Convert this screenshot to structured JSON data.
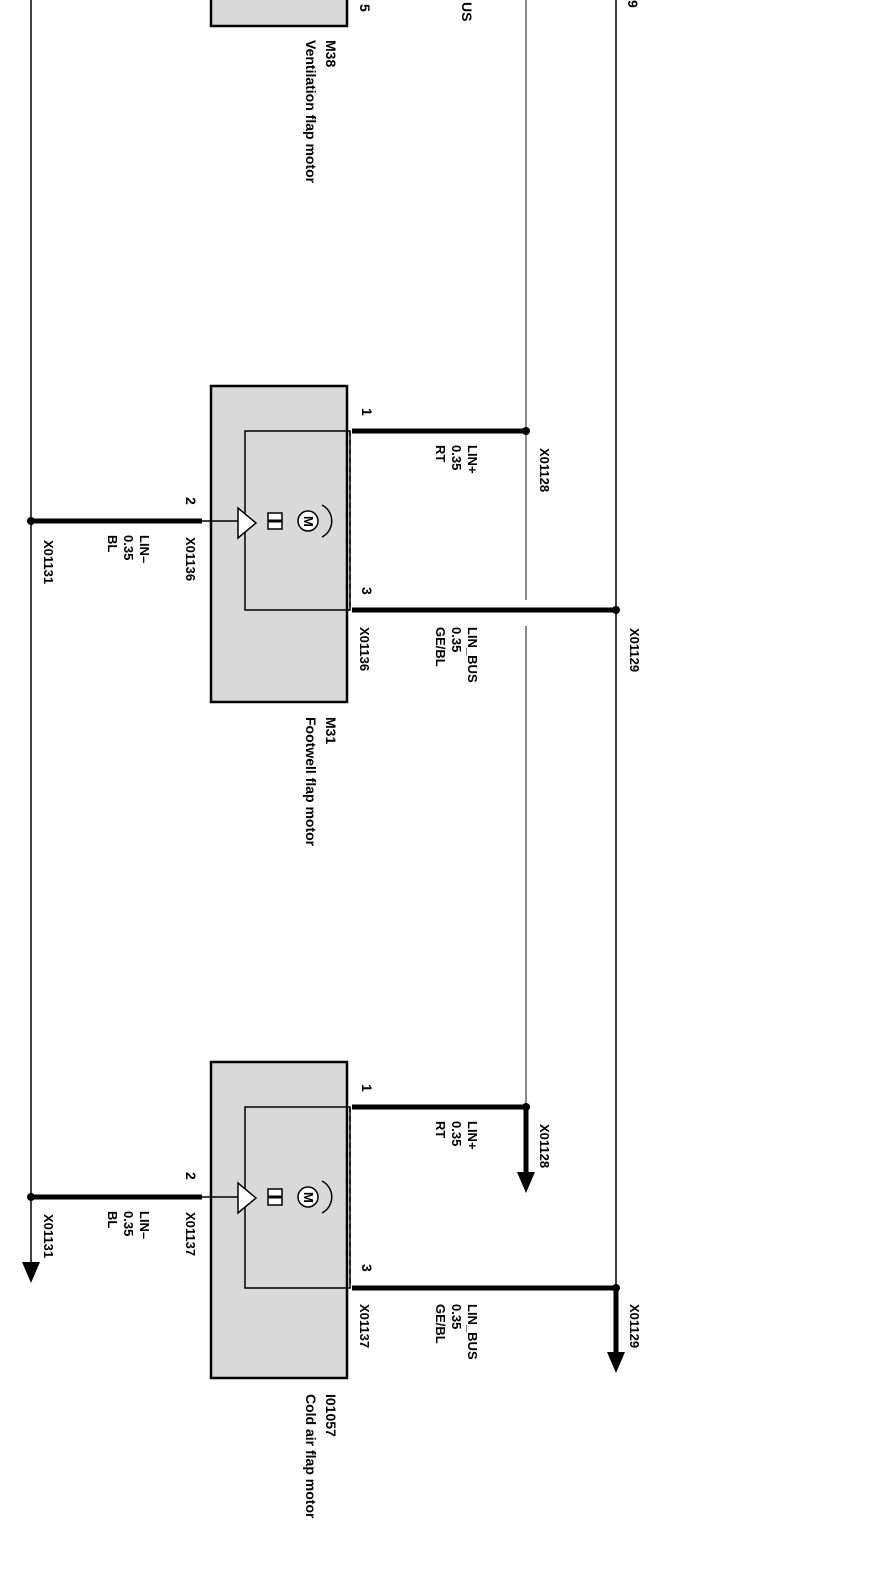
{
  "top_labels": {
    "pin_5": "5",
    "bus_fragment": "US",
    "pin_9": "9"
  },
  "components": [
    {
      "id": "M38",
      "name": "Ventilation flap motor"
    },
    {
      "id": "M31",
      "name": "Footwell flap motor"
    },
    {
      "id": "I01057",
      "name": "Cold air flap motor"
    }
  ],
  "m31": {
    "pin1": "1",
    "pin2": "2",
    "pin3": "3",
    "wire_lin_plus": {
      "signal": "LIN+",
      "size": "0.35",
      "color": "RT"
    },
    "wire_lin_minus": {
      "signal": "LIN–",
      "size": "0.35",
      "color": "BL"
    },
    "wire_lin_bus": {
      "signal": "LIN_BUS",
      "size": "0.35",
      "color": "GE/BL"
    },
    "conn_pin2": "X01136",
    "conn_pin3": "X01136",
    "splice_top": "X01128",
    "splice_left": "X01131",
    "splice_right": "X01129"
  },
  "i01057": {
    "pin1": "1",
    "pin2": "2",
    "pin3": "3",
    "wire_lin_plus": {
      "signal": "LIN+",
      "size": "0.35",
      "color": "RT"
    },
    "wire_lin_minus": {
      "signal": "LIN–",
      "size": "0.35",
      "color": "BL"
    },
    "wire_lin_bus": {
      "signal": "LIN_BUS",
      "size": "0.35",
      "color": "GE/BL"
    },
    "conn_pin2": "X01137",
    "conn_pin3": "X01137",
    "splice_top": "X01128",
    "splice_left": "X01131",
    "splice_right": "X01129"
  }
}
